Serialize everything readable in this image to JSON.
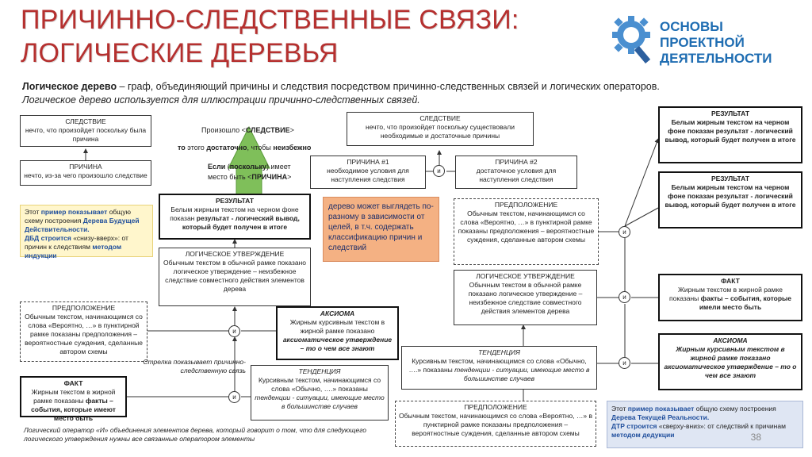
{
  "header": {
    "title_line1": "ПРИЧИННО-СЛЕДСТВЕННЫЕ СВЯЗИ:",
    "title_line2": "ЛОГИЧЕСКИЕ ДЕРЕВЬЯ",
    "logo_line1": "ОСНОВЫ",
    "logo_line2": "ПРОЕКТНОЙ",
    "logo_line3": "ДЕЯТЕЛЬНОСТИ",
    "logo_icon": "gear-magnifier-icon"
  },
  "intro": {
    "term": "Логическое дерево",
    "definition": " – граф, объединяющий причины и следствия посредством причинно-следственных связей и логических операторов.",
    "usage": "Логическое дерево используется для иллюстрации причинно-следственных связей."
  },
  "legend_left": {
    "consequence_title": "СЛЕДСТВИЕ",
    "consequence_text": "нечто, что произойдет поскольку была причина",
    "cause_title": "ПРИЧИНА",
    "cause_text": "нечто, из-за чего произошло следствие"
  },
  "arrow_text": {
    "l1a": "Произошло <",
    "l1b": "СЛЕДСТВИЕ",
    "l1c": ">",
    "l2a": "то",
    "l2b": " этого ",
    "l2c": "достаточно",
    "l2d": ", чтобы ",
    "l2e": "неизбежно",
    "l3a": "Если",
    "l3b": " (",
    "l3c": "поскольку",
    "l3d": ") имеет",
    "l4a": "место быть <",
    "l4b": "ПРИЧИНА",
    "l4c": ">"
  },
  "legend_center": {
    "consequence_title": "СЛЕДСТВИЕ",
    "consequence_text": "нечто, что произойдет поскольку существовали необходимые и достаточные причины",
    "cause1_title": "ПРИЧИНА #1",
    "cause1_text": "необходимое условия для наступления следствия",
    "cause2_title": "ПРИЧИНА #2",
    "cause2_text": "достаточное условия для наступления следствия",
    "and_label": "и"
  },
  "orange_note": "дерево может выглядеть по-разному в зависимости от целей, в т.ч. содержать классификацию причин и следствий",
  "left_tree": {
    "note_a": "Этот ",
    "note_b": "пример показывает",
    "note_c": " общую схему построения ",
    "note_d": "Дерева Будущей Действительности.",
    "note_e": "ДБД строится",
    "note_f": " «снизу-вверх»: от причин к следствиям ",
    "note_g": "методом индукции",
    "result_title": "РЕЗУЛЬТАТ",
    "result_text_a": "Белым жирным текстом на черном фоне показан ",
    "result_text_b": "результат - логический вывод, который будет получен в итоге",
    "logic_title": "ЛОГИЧЕСКОЕ УТВЕРЖДЕНИЕ",
    "logic_text": "Обычным текстом в обычной рамке показано логическое утверждение – неизбежное следствие совместного действия элементов дерева",
    "assumption_title": "ПРЕДПОЛОЖЕНИЕ",
    "assumption_text": "Обычным текстом, начинающимся со слова «Вероятно, …» в пунктирной рамке показаны предположения – вероятностные суждения, сделанные автором схемы",
    "axiom_title": "АКСИОМА",
    "axiom_text_a": "Жирным курсивным текстом в жирной рамке показано ",
    "axiom_text_b": "аксиоматическое утверждение – то о чем все знают",
    "arrow_note": "Стрелка показывает причинно-следственную связь",
    "fact_title": "ФАКТ",
    "fact_text_a": "Жирным текстом в жирной рамке показаны ",
    "fact_text_b": "факты",
    "fact_text_c": " – события, которые имеют место быть",
    "tendency_title": "ТЕНДЕНЦИЯ",
    "tendency_text_a": "Курсивным текстом, начинающимся со слова «Обычно, ….» показаны ",
    "tendency_text_b": "тенденции - ситуации, имеющие место в большинстве случаев",
    "and_label": "и",
    "footnote": "Логический оператор «И» объединения элементов дерева, который говорит о том, что для следующего логического утверждения нужны все связанные оператором элементы"
  },
  "right_tree": {
    "result_title": "РЕЗУЛЬТАТ",
    "result_text": "Белым жирным текстом на черном фоне показан результат - логический вывод, который будет получен в итоге",
    "assumption_title": "ПРЕДПОЛОЖЕНИЕ",
    "assumption_text": "Обычным текстом, начинающимся со слова «Вероятно, …» в пунктирной рамке показаны предположения – вероятностные суждения, сделанные автором схемы",
    "logic_title": "ЛОГИЧЕСКОЕ УТВЕРЖДЕНИЕ",
    "logic_text": "Обычным текстом в обычной рамке показано логическое утверждение – неизбежное следствие совместного действия элементов дерева",
    "fact_title": "ФАКТ",
    "fact_text_a": "Жирным текстом в жирной рамке показаны ",
    "fact_text_b": "факты",
    "fact_text_c": " – события, которые имели место быть",
    "axiom_title": "АКСИОМА",
    "axiom_text_a": "Жирным курсивным текстом в жирной рамке показано ",
    "axiom_text_b": "аксиоматическое утверждение – то о чем все знают",
    "tendency_title": "ТЕНДЕНЦИЯ",
    "tendency_text_a": "Курсивным текстом, начинающимся со слова «Обычно, ….» показаны ",
    "tendency_text_b": "тенденции - ситуации, имеющие место в большинстве случаев",
    "assumption2_title": "ПРЕДПОЛОЖЕНИЕ",
    "assumption2_text": "Обычным текстом, начинающимся со слова «Вероятно, …» в пунктирной рамке показаны предположения – вероятностные суждения, сделанные автором схемы",
    "and_label": "и",
    "note_a": "Этот ",
    "note_b": "пример показывает",
    "note_c": " общую схему построения ",
    "note_d": "Дерева Текущей Реальности.",
    "note_e": "ДТР строится",
    "note_f": " «сверху-вниз»: от следствий к причинам ",
    "note_g": "методом дедукции"
  },
  "page_number": "38",
  "colors": {
    "title": "#b5302f",
    "brand_blue": "#1f6db2",
    "arrow_green": "#7fbf5a",
    "note_yellow": "#fff6cc",
    "note_orange": "#f4b183",
    "note_blue": "#dfe6f3"
  }
}
